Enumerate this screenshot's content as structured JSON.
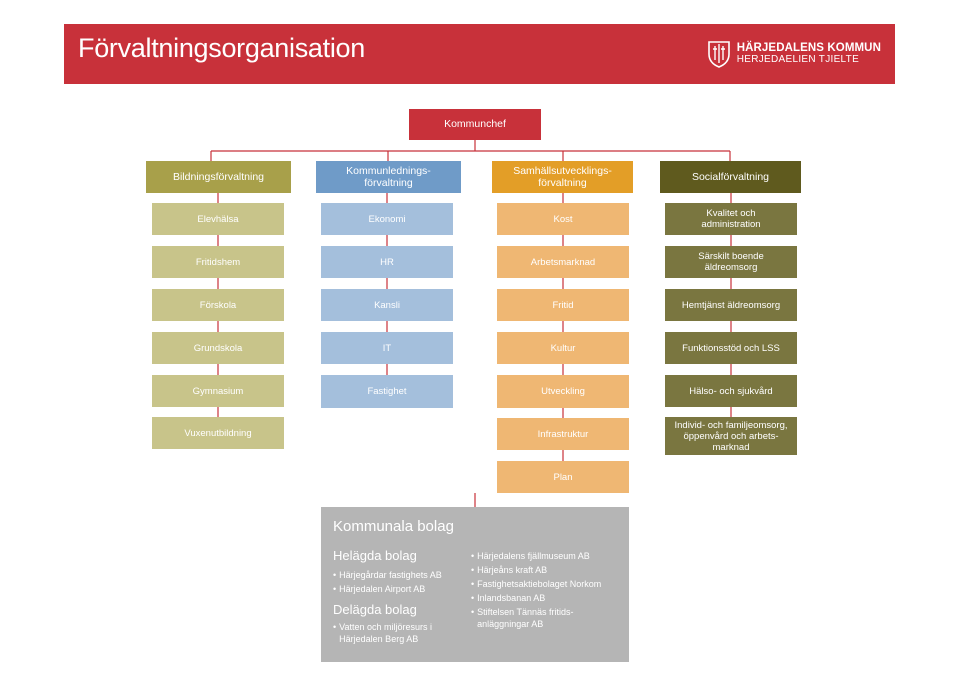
{
  "header": {
    "title": "Förvaltningsorganisation",
    "logo_line1": "HÄRJEDALENS KOMMUN",
    "logo_line2": "HERJEDAELIEN TJIELTE"
  },
  "chief": "Kommunchef",
  "departments": [
    {
      "name": "Bildningsförvaltning",
      "units": [
        "Elevhälsa",
        "Fritidshem",
        "Förskola",
        "Grundskola",
        "Gymnasium",
        "Vuxenutbildning"
      ]
    },
    {
      "name": "Kommunlednings-\nförvaltning",
      "units": [
        "Ekonomi",
        "HR",
        "Kansli",
        "IT",
        "Fastighet"
      ]
    },
    {
      "name": "Samhällsutvecklings-\nförvaltning",
      "units": [
        "Kost",
        "Arbetsmarknad",
        "Fritid",
        "Kultur",
        "Utveckling",
        "Infrastruktur",
        "Plan"
      ]
    },
    {
      "name": "Socialförvaltning",
      "units": [
        "Kvalitet och\nadministration",
        "Särskilt boende\näldreomsorg",
        "Hemtjänst äldreomsorg",
        "Funktionsstöd och LSS",
        "Hälso- och sjukvård",
        "Individ- och familjeomsorg,\nöppenvård och arbets-\nmarknad"
      ]
    }
  ],
  "bolag": {
    "title": "Kommunala bolag",
    "helagda_title": "Helägda bolag",
    "helagda": [
      "Härjegårdar fastighets AB",
      "Härjedalen Airport AB"
    ],
    "delagda_title": "Delägda bolag",
    "delagda": [
      "Vatten och miljöresurs i\nHärjedalen Berg AB"
    ],
    "right": [
      "Härjedalens fjällmuseum AB",
      "Härjeåns kraft AB",
      "Fastighetsaktiebolaget Norkom",
      "Inlandsbanan AB",
      "Stiftelsen Tännäs fritids-\nanläggningar AB"
    ]
  }
}
